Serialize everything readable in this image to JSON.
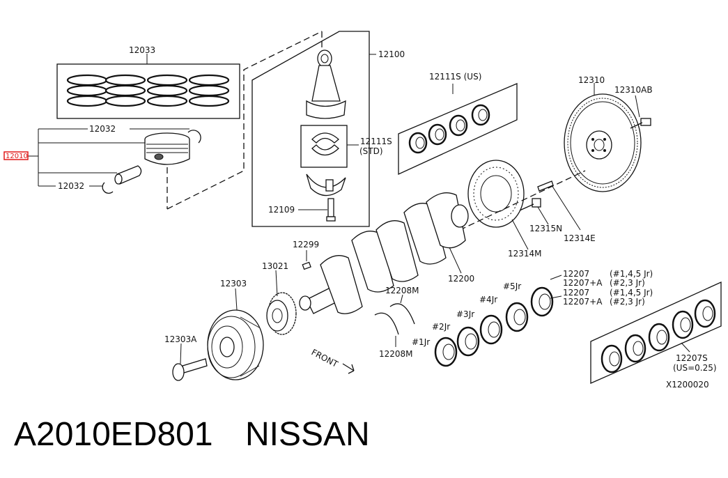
{
  "labels": {
    "p12033": "12033",
    "p12032_top": "12032",
    "p12032_bottom": "12032",
    "p12010": "12010",
    "p12100": "12100",
    "p12111s_us": "12111S (US)",
    "p12111s_std": "12111S",
    "p12111s_std_sub": "(STD)",
    "p12109": "12109",
    "p12310": "12310",
    "p12310ab": "12310AB",
    "p12315n": "12315N",
    "p12314e": "12314E",
    "p12314m": "12314M",
    "p12200": "12200",
    "p12299": "12299",
    "p13021": "13021",
    "p12303": "12303",
    "p12303a": "12303A",
    "p12208m_top": "12208M",
    "p12208m_bottom": "12208M",
    "j5": "#5Jr",
    "j4": "#4Jr",
    "j3": "#3Jr",
    "j2": "#2Jr",
    "j1": "#1Jr",
    "b1": "12207",
    "b1n": "(#1,4,5 Jr)",
    "b2": "12207+A",
    "b2n": "(#2,3 Jr)",
    "b3": "12207",
    "b3n": "(#1,4,5 Jr)",
    "b4": "12207+A",
    "b4n": "(#2,3 Jr)",
    "p12207s": "12207S",
    "p12207s_sub": "(US=0.25)",
    "front": "FRONT",
    "diagram_id": "X1200020"
  },
  "footer": {
    "part_number": "A2010ED801",
    "brand": "NISSAN"
  },
  "colors": {
    "line": "#111111",
    "highlight": "#e01818"
  }
}
